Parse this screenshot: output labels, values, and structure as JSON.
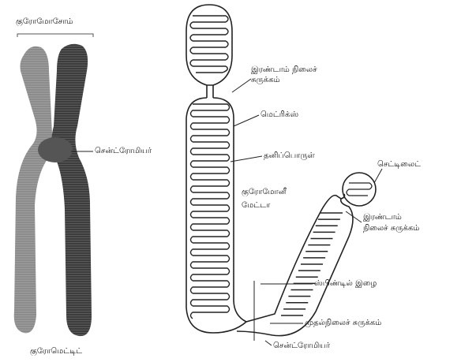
{
  "labels": {
    "chromosome": "குரோமோசோம்",
    "chromatid": "குரோமெட்டிட்",
    "centromere_left": "சென்ட்ரோமியர்",
    "secondary_constriction_a_line1": "இரண்டாம் நிலைச்",
    "secondary_constriction_a_line2": "சுருக்கம்",
    "matrix": "மெட்ரிக்ஸ்",
    "pellicle": "தனிப்பொருள்",
    "chromonema_line1": "குரோமோனீ",
    "chromonema_line2": "மேட்டா",
    "satellite": "செட்டிலைட்",
    "secondary_constriction_b_line1": "இரண்டாம்",
    "secondary_constriction_b_line2": "நிலைச் சுருக்கம்",
    "spindle_fibre": "ஸ்பிண்டில் இழை",
    "primary_constriction": "முதல்நிலைச் சுருக்கம்",
    "centromere_bottom": "சென்ட்ரோமியர்"
  },
  "colors": {
    "chromatid_light": "#8c8c8c",
    "chromatid_dark": "#3d3d3d",
    "line": "#222222"
  }
}
